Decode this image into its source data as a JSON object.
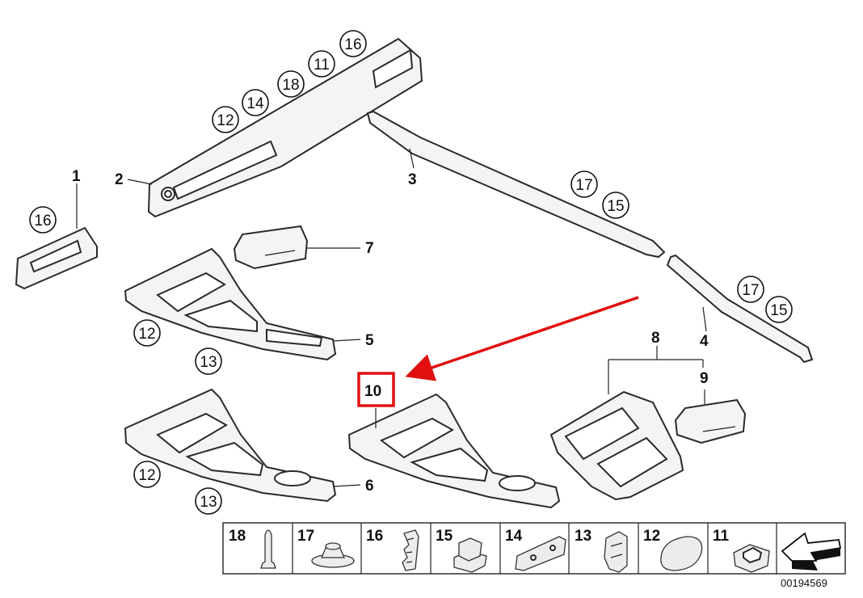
{
  "labels": {
    "l1": "1",
    "l2": "2",
    "l3": "3",
    "l4": "4",
    "l5": "5",
    "l6": "6",
    "l7": "7",
    "l8": "8",
    "l9": "9",
    "l10": "10"
  },
  "callouts": {
    "c2_12": "12",
    "c2_14": "14",
    "c2_18": "18",
    "c2_11": "11",
    "c2_16": "16",
    "c1_16": "16",
    "c3_17": "17",
    "c3_15": "15",
    "c4_17": "17",
    "c4_15": "15",
    "c5_12": "12",
    "c5_13": "13",
    "c6_12": "12",
    "c6_13": "13"
  },
  "parts_row": {
    "p18": "18",
    "p17": "17",
    "p16": "16",
    "p15": "15",
    "p14": "14",
    "p13": "13",
    "p12": "12",
    "p11": "11"
  },
  "doc_number": "00194569",
  "colors": {
    "highlight": "#e01010",
    "line": "#222222"
  },
  "icons": [
    "pin-icon",
    "expanding-rivet-icon",
    "spring-clip-icon",
    "clip-nut-icon",
    "bracket-icon",
    "clamp-icon",
    "rubber-pad-icon",
    "clip-icon",
    "arrow-icon"
  ]
}
